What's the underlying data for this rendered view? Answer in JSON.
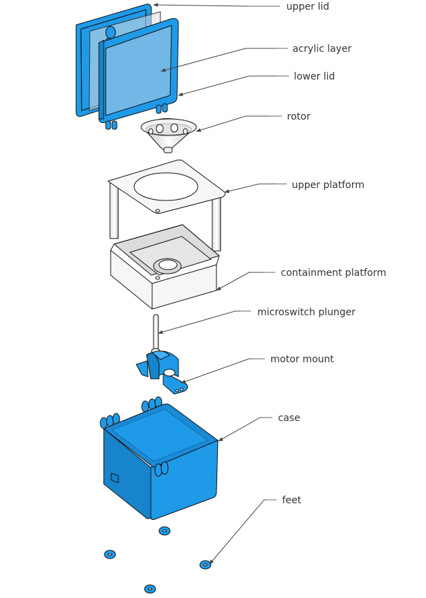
{
  "diagram": {
    "title": "",
    "type": "exploded assembly view",
    "colors": {
      "printed_part": "#1f9ae8",
      "printed_part_shadow": "#1784cc",
      "white_part": "#f6f6f6",
      "acrylic": "#d7dee4",
      "label_text": "#333333",
      "leader_line": "#444444"
    },
    "parts": [
      {
        "id": "upper-lid",
        "label": "upper lid",
        "color": "blue"
      },
      {
        "id": "acrylic-layer",
        "label": "acrylic layer",
        "color": "transparent"
      },
      {
        "id": "lower-lid",
        "label": "lower lid",
        "color": "blue"
      },
      {
        "id": "rotor",
        "label": "rotor",
        "color": "white"
      },
      {
        "id": "upper-platform",
        "label": "upper platform",
        "color": "white"
      },
      {
        "id": "containment-platform",
        "label": "containment platform",
        "color": "white"
      },
      {
        "id": "microswitch-plunger",
        "label": "microswitch plunger",
        "color": "white"
      },
      {
        "id": "motor-mount",
        "label": "motor mount",
        "color": "blue"
      },
      {
        "id": "case",
        "label": "case",
        "color": "blue"
      },
      {
        "id": "feet",
        "label": "feet",
        "color": "blue",
        "count": 4
      }
    ]
  }
}
